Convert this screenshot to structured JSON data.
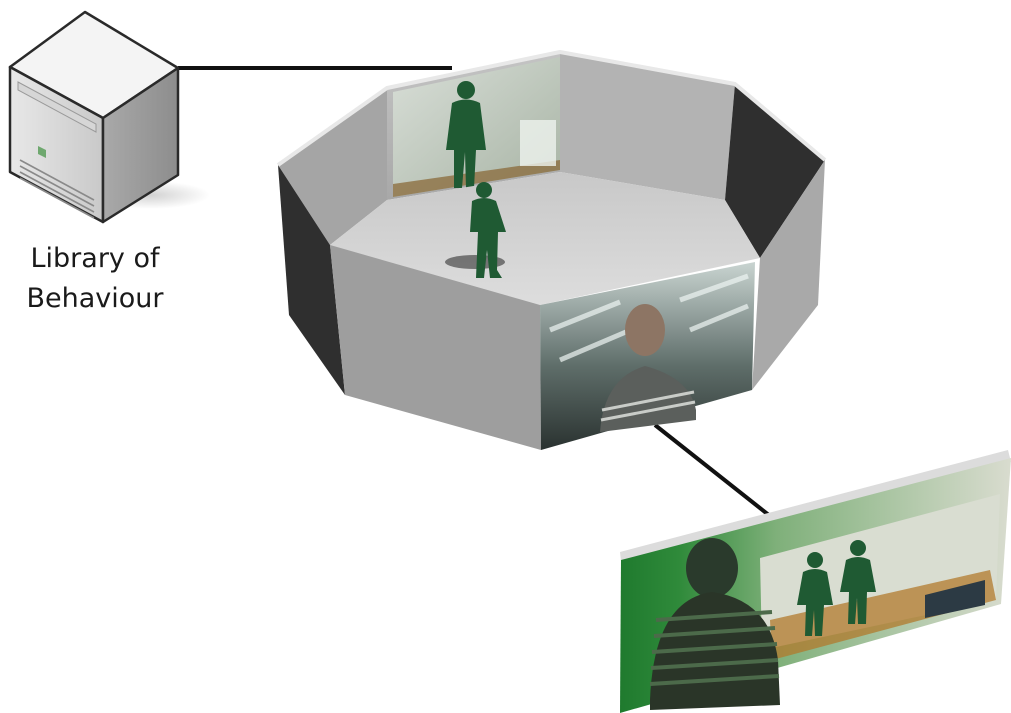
{
  "server": {
    "label_line1": "Library of",
    "label_line2": "Behaviour"
  },
  "colors": {
    "wall_outer": "#8a8a8a",
    "wall_inner": "#b8b8b8",
    "wall_dark": "#2e2e2e",
    "floor": "#d2d2d2",
    "figure_green": "#1f5a33",
    "screen_green": "#2f8a3a",
    "connector": "#111111"
  },
  "icons": {
    "server": "server-tower-icon",
    "room": "octagonal-immersive-room",
    "display": "video-display-screen"
  }
}
